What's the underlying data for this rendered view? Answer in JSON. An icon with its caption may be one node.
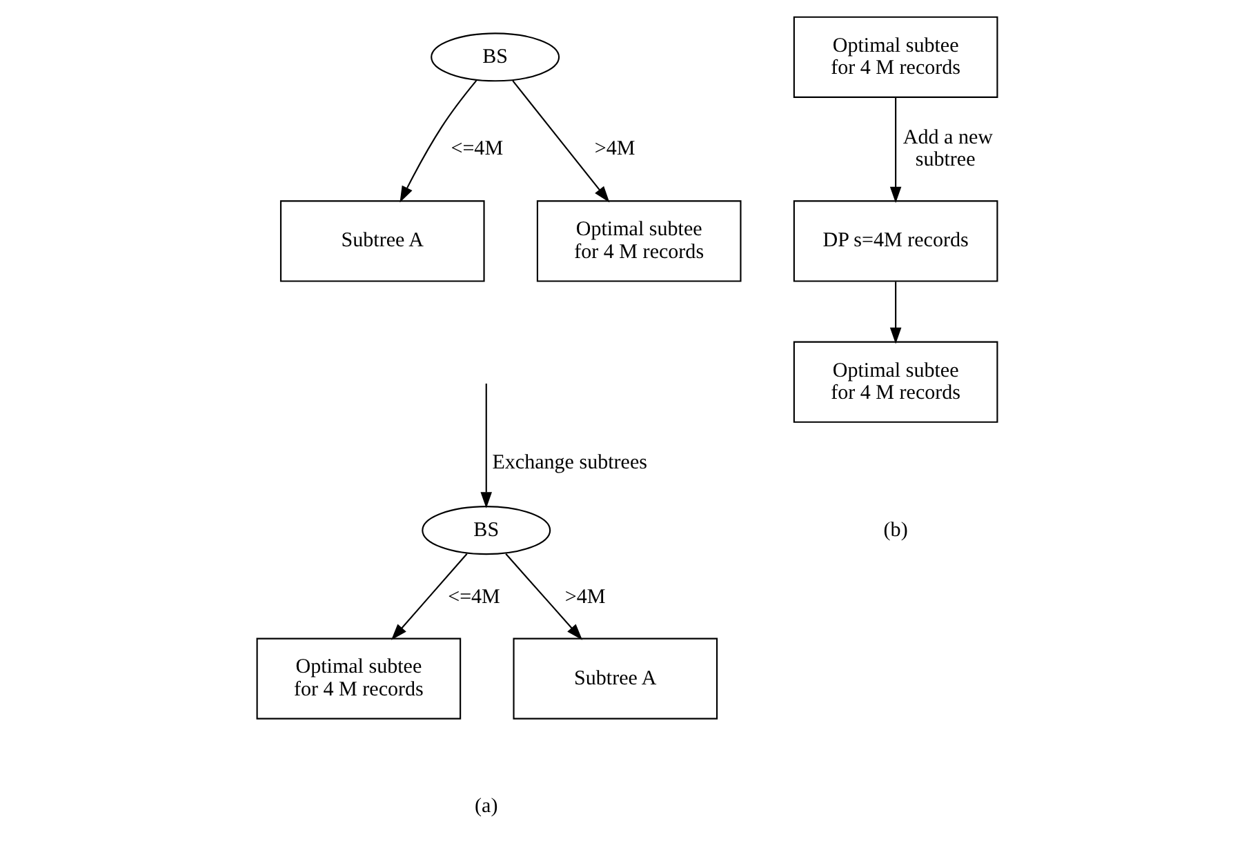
{
  "diagram": {
    "nodes": [
      {
        "text": [
          "BS"
        ]
      },
      {
        "text": [
          "Subtree A"
        ]
      },
      {
        "text": [
          "Optimal subtee for 4 M records"
        ]
      },
      {
        "text": [
          "BS"
        ]
      },
      {
        "text": [
          "Optimal subtee for 4 M records"
        ]
      },
      {
        "text": [
          "Subtree A"
        ]
      },
      {
        "text": [
          "Optimal subtee for 4 M records"
        ]
      },
      {
        "text": [
          "DP s=4M records"
        ]
      },
      {
        "text": [
          "Optimal subtee for 4 M records"
        ]
      }
    ],
    "edges": [
      {
        "from": 0,
        "to": 1,
        "arrow": "to",
        "label": "<=4M"
      },
      {
        "from": 0,
        "to": 2,
        "arrow": "to",
        "label": ">4M"
      },
      {
        "from": null,
        "to": 3,
        "arrow": "to",
        "label": "Exchange subtrees"
      },
      {
        "from": 3,
        "to": 4,
        "arrow": "to",
        "label": "<=4M"
      },
      {
        "from": 3,
        "to": 5,
        "arrow": "to",
        "label": ">4M"
      },
      {
        "from": 6,
        "to": 7,
        "arrow": "to",
        "label": "Add a new subtree"
      },
      {
        "from": 7,
        "to": 8,
        "arrow": "to"
      }
    ],
    "labels": [
      "(a)",
      "(b)"
    ]
  }
}
